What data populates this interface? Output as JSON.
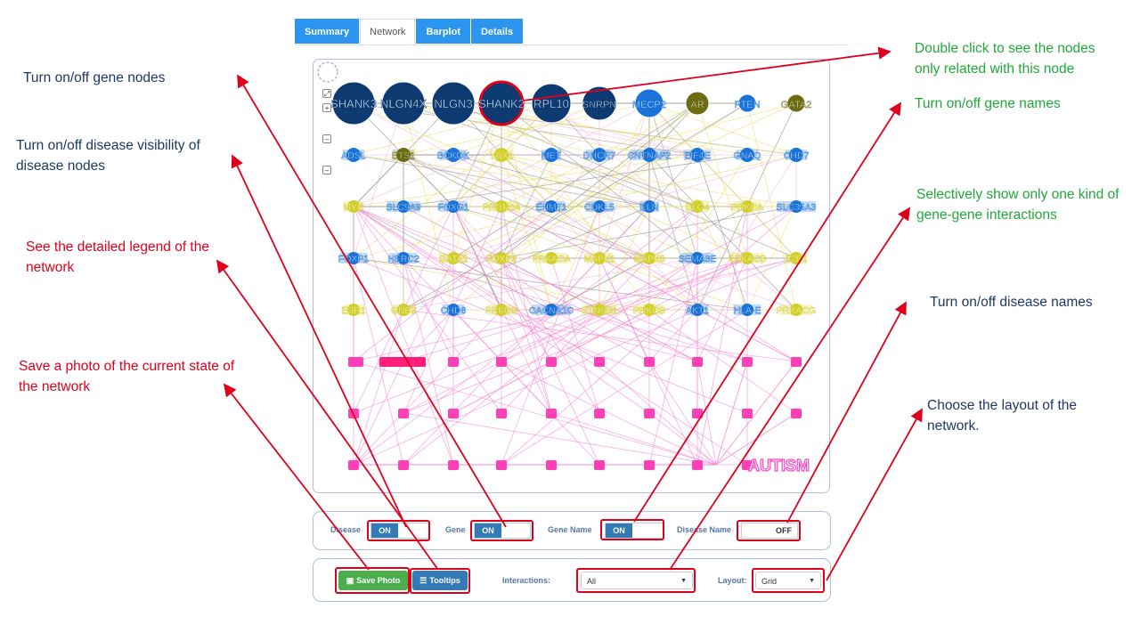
{
  "tabs": [
    "Summary",
    "Network",
    "Barplot",
    "Details"
  ],
  "active_tab": "Network",
  "network": {
    "gene_rows": [
      [
        "MYC",
        "SLC9A9",
        "FOXG1",
        "PRDM14",
        "EHMT1",
        "CDKL5",
        "ELN",
        "DLG4",
        "PRKCA",
        "SLC35A3"
      ],
      [
        "FOXP1",
        "HERC2",
        "GATA1",
        "FOXP3",
        "PRKACA",
        "MAPK1",
        "MAPK3",
        "SEMA3E",
        "PRKACB",
        "E2F1"
      ],
      [
        "ESR1",
        "GNB3",
        "CHD8",
        "PRKCG",
        "CACNA1C",
        "CTNNB1",
        "PRKCB",
        "AKT1",
        "HLA-E",
        "PRKACG"
      ]
    ],
    "row1": [
      "SHANK3",
      "NLGN4X",
      "NLGN3",
      "SHANK2",
      "RPL10",
      "SNRPN",
      "MECP2",
      "AR",
      "PTEN",
      "GATA2"
    ],
    "row2": [
      "ADSL",
      "ETS1",
      "BCKDK",
      "YBX1",
      "MET",
      "DHCR7",
      "CNTNAP2",
      "EIF4E",
      "GNAQ",
      "CHD7"
    ],
    "disease_label": "AUTISM",
    "colors": {
      "dark_blue": "#0e3a72",
      "blue": "#1a73d9",
      "olive": "#6b6b12",
      "yellow": "#d2cf2a",
      "pink": "#ff3fb8",
      "disease": "#ff44c4"
    }
  },
  "toggles": {
    "disease": {
      "label": "Disease",
      "state": "ON"
    },
    "gene": {
      "label": "Gene",
      "state": "ON"
    },
    "gene_name": {
      "label": "Gene Name",
      "state": "ON"
    },
    "disease_name": {
      "label": "Disease Name",
      "state": "OFF"
    }
  },
  "buttons": {
    "save_photo": "Save Photo",
    "tooltips": "Tooltips"
  },
  "interactions": {
    "label": "Interactions:",
    "value": "All"
  },
  "layout": {
    "label": "Layout:",
    "value": "Grid"
  },
  "annotations": {
    "gene_nodes": "Turn on/off gene nodes",
    "disease_visibility": "Turn on/off disease visibility of disease nodes",
    "legend": "See the detailed legend of the network",
    "save_photo": "Save a photo of the current state of the network",
    "double_click": "Double click to see the nodes only related with this node",
    "gene_names": "Turn on/off gene names",
    "selective": "Selectively show only one kind of gene-gene interactions",
    "disease_names": "Turn on/off disease names",
    "layout": "Choose the layout of the network."
  },
  "annotation_colors": {
    "navy": "#1f3864",
    "red": "#e0001b",
    "green": "#21a83a"
  }
}
